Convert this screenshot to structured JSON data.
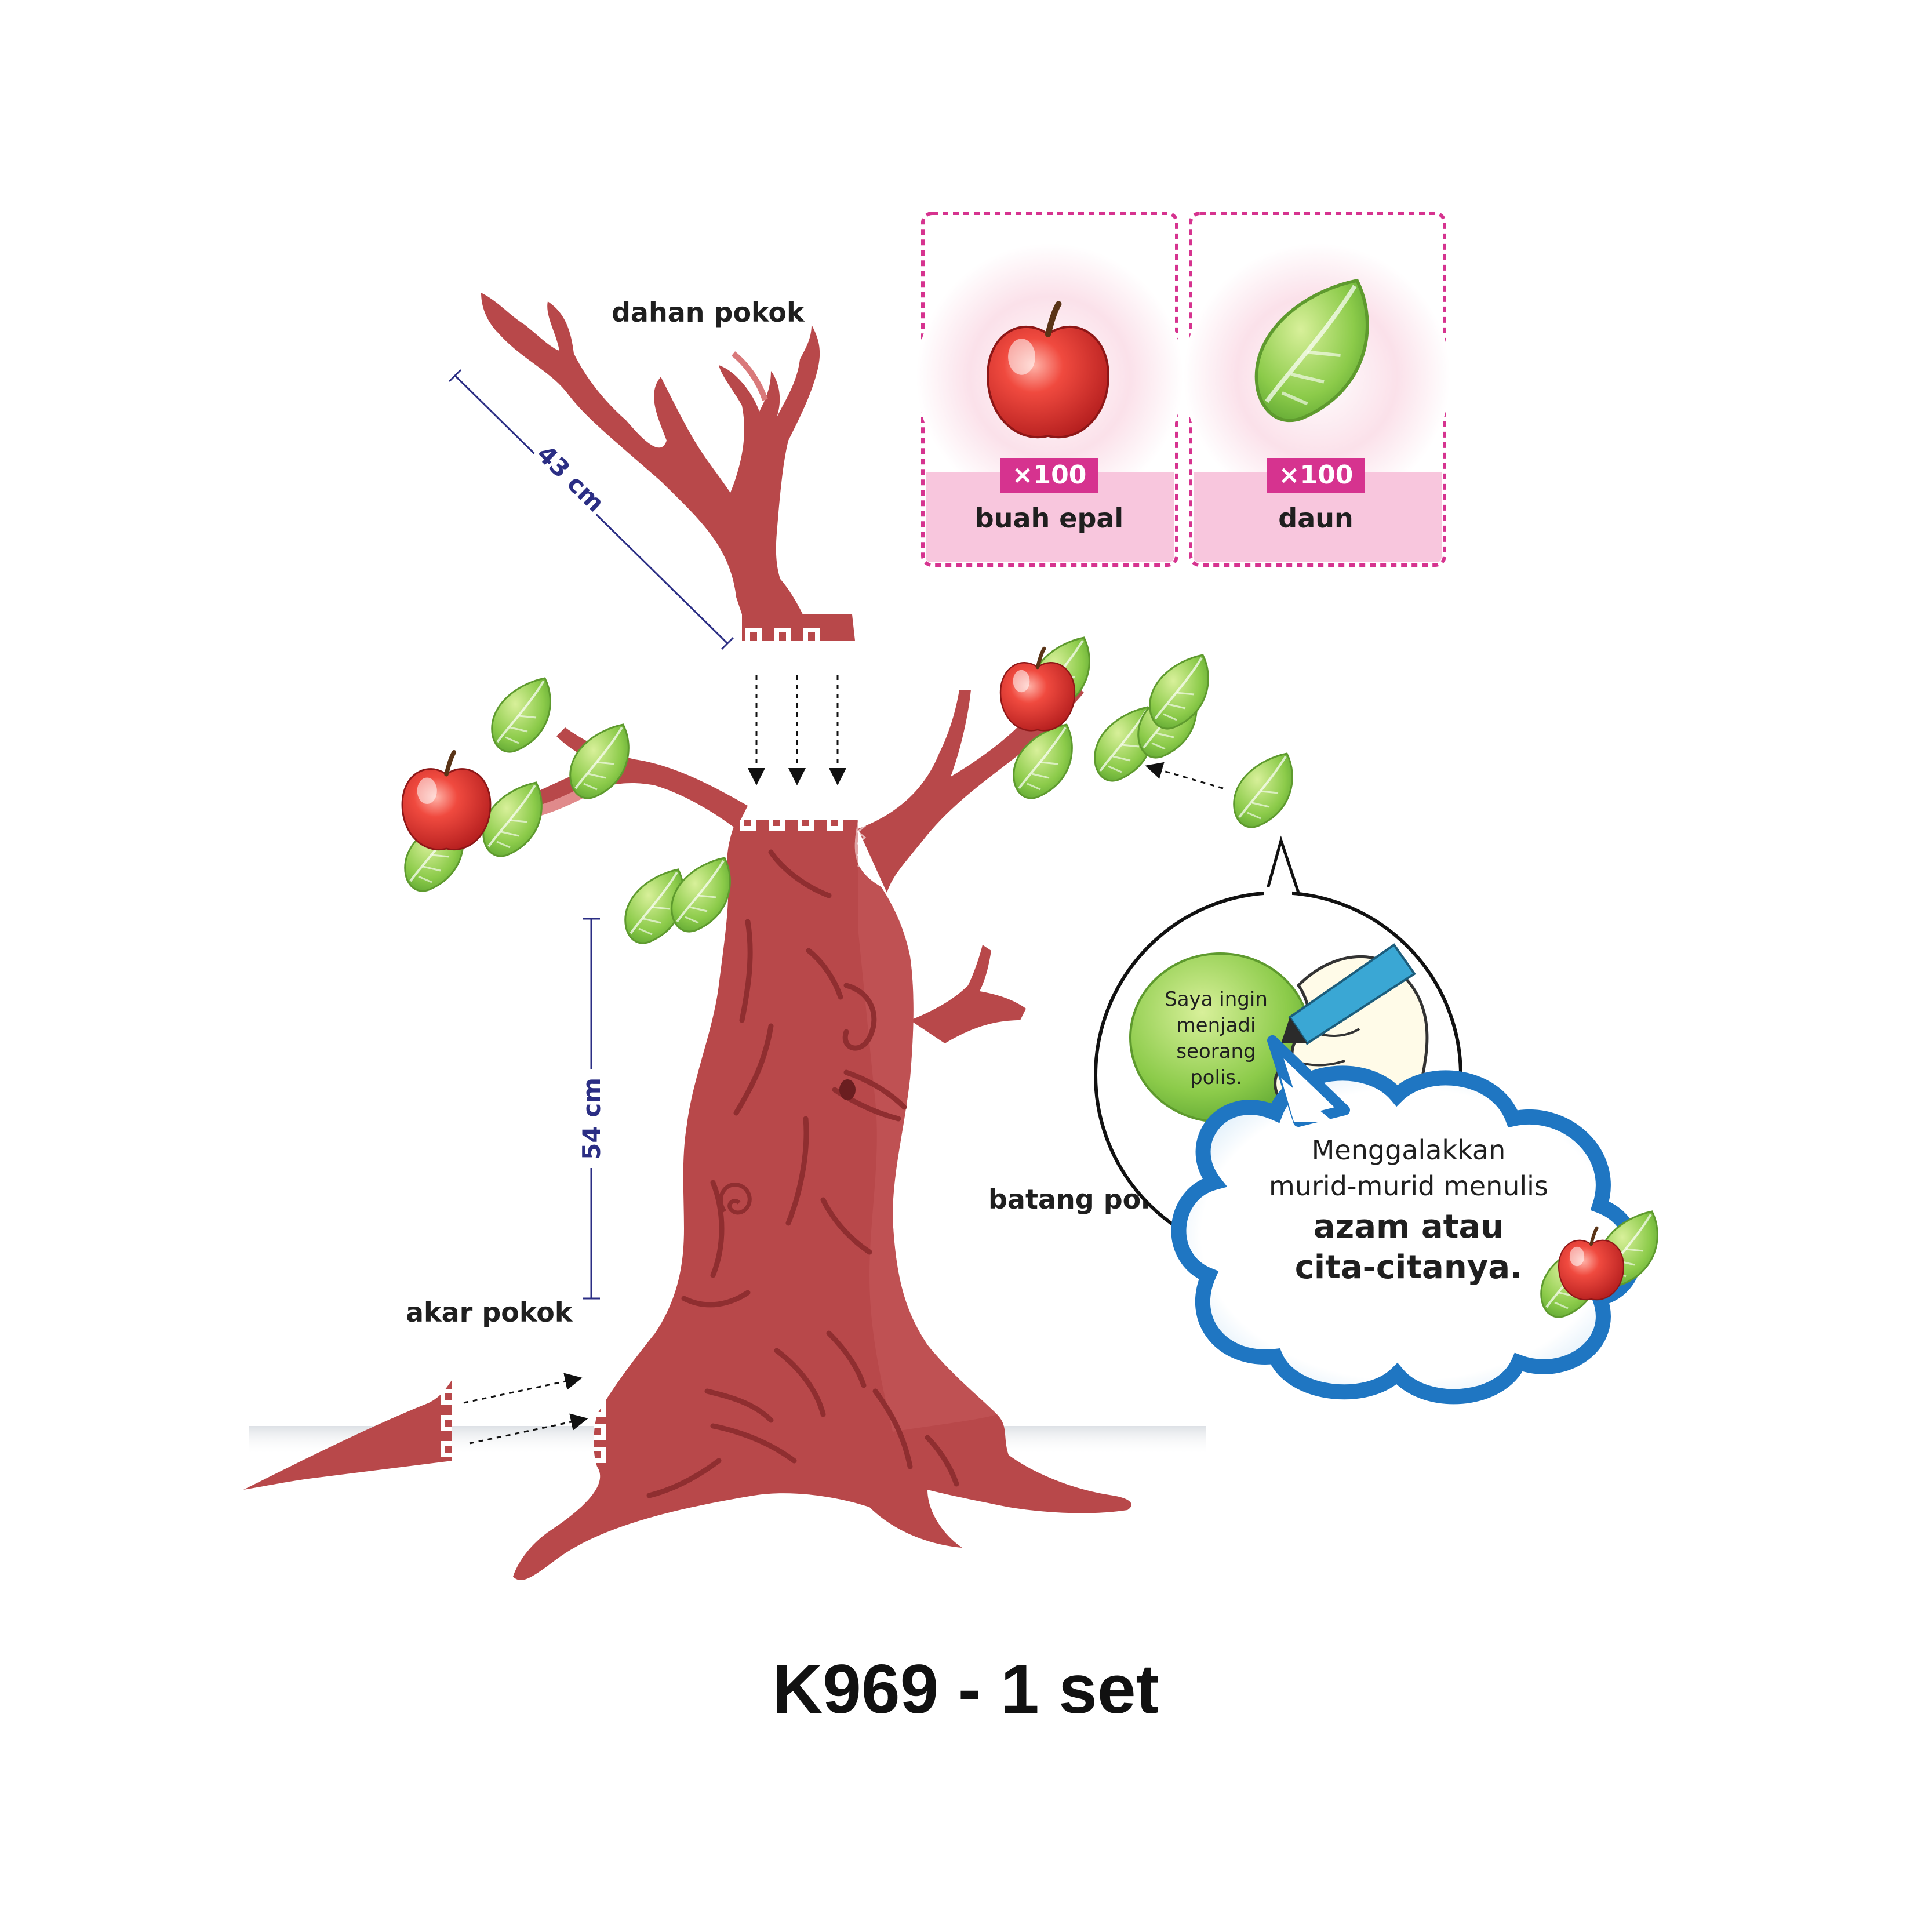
{
  "labels": {
    "branch": "dahan pokok",
    "trunk": "batang pokok",
    "root": "akar pokok"
  },
  "dimensions": {
    "branch_length": "43 cm",
    "trunk_height": "54 cm"
  },
  "pieces": [
    {
      "name": "buah epal",
      "quantity": "×100",
      "icon": "apple-icon"
    },
    {
      "name": "daun",
      "quantity": "×100",
      "icon": "leaf-icon"
    }
  ],
  "example_leaf": {
    "lines": [
      "Saya ingin",
      "menjadi",
      "seorang",
      "polis."
    ]
  },
  "speech_bubble": {
    "line1": "Menggalakkan",
    "line2": "murid-murid menulis",
    "line3": "azam atau",
    "line4": "cita-citanya."
  },
  "product": {
    "code": "K969 - 1 set"
  },
  "colors": {
    "bark": "#b8484a",
    "bark_dark": "#8f2e30",
    "leaf": "#8ccb4a",
    "apple": "#e23a36",
    "accent_pink": "#d6338f",
    "dimension_line": "#2b2e84",
    "bubble_border": "#1f76c2"
  }
}
